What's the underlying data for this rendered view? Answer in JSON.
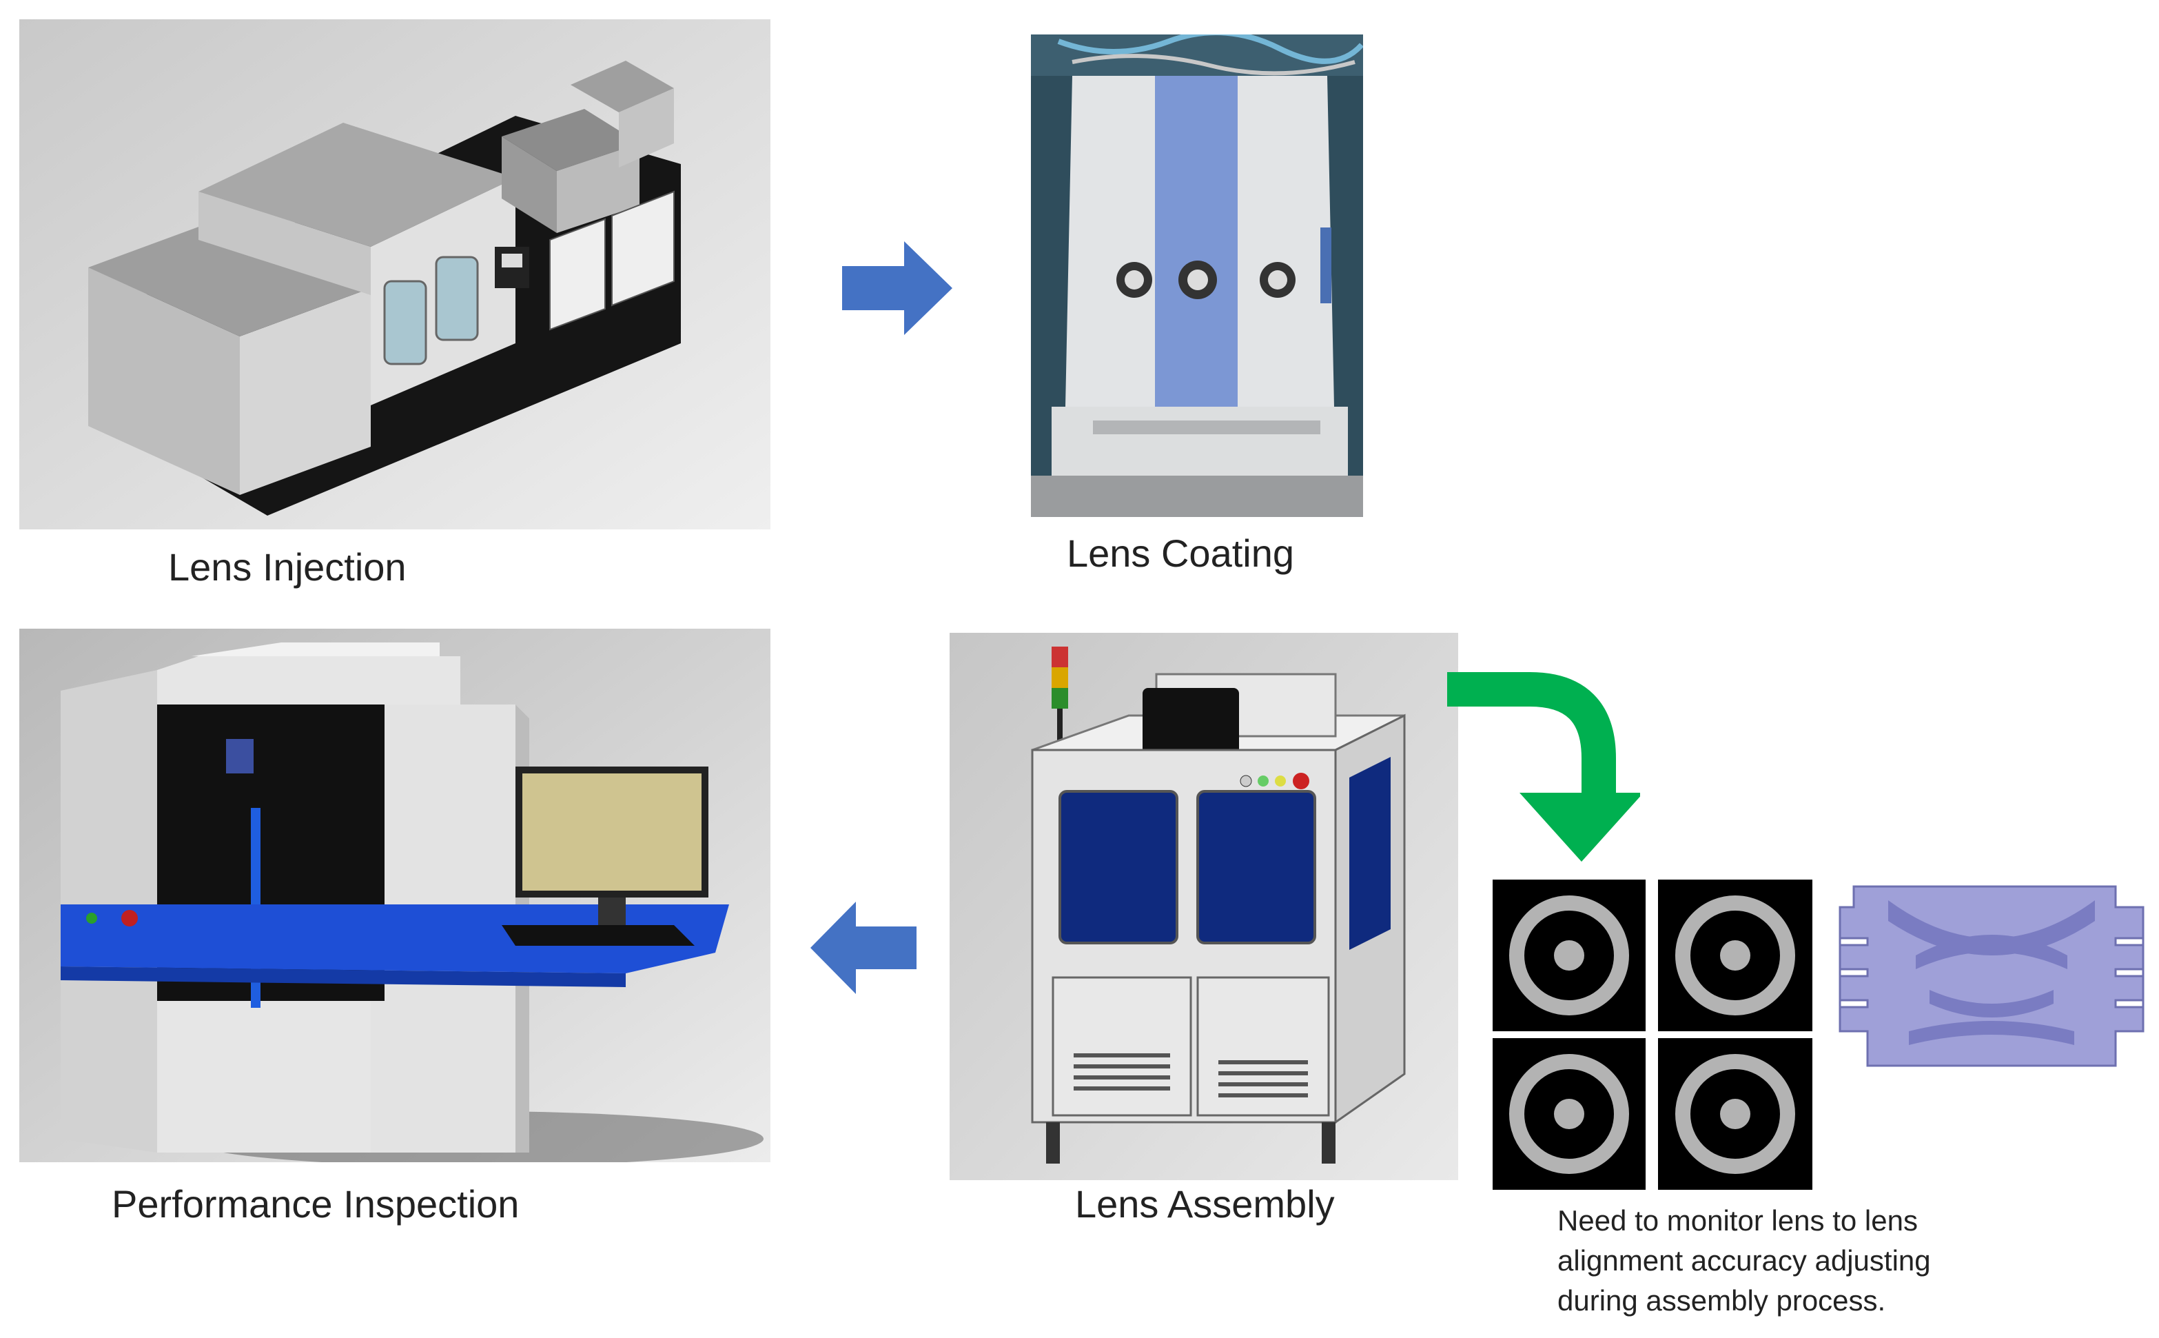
{
  "steps": {
    "injection": {
      "label": "Lens Injection"
    },
    "coating": {
      "label": "Lens Coating"
    },
    "assembly": {
      "label": "Lens Assembly"
    },
    "inspection": {
      "label": "Performance Inspection"
    }
  },
  "note": {
    "line1": "Need to monitor lens to lens",
    "line2": "alignment accuracy adjusting",
    "line3": "during assembly process."
  },
  "colors": {
    "flow_arrow": "#4472c4",
    "feedback_arrow": "#00b050",
    "target_ring": "#b3b3b3",
    "lens_stack": "#9fa0d8"
  },
  "icons": {
    "flow_right": "right-arrow-icon",
    "flow_left": "left-arrow-icon",
    "feedback": "curved-down-arrow-icon"
  }
}
